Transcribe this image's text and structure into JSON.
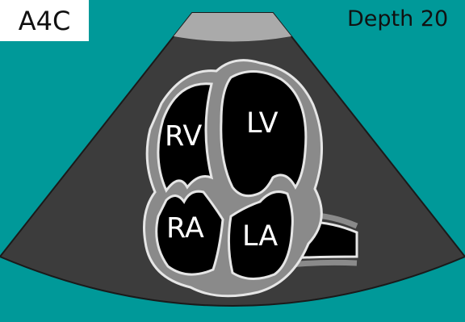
{
  "view": "A4C",
  "depth": "Depth 20",
  "chambers": {
    "rv": "RV",
    "lv": "LV",
    "ra": "RA",
    "la": "LA"
  },
  "colors": {
    "background": "#009999",
    "sector": "#3c3c3c",
    "transducer": "#aaaaaa",
    "wall": "#8a8a8a",
    "outline": "#e6e6e6",
    "cavity": "#000000"
  }
}
